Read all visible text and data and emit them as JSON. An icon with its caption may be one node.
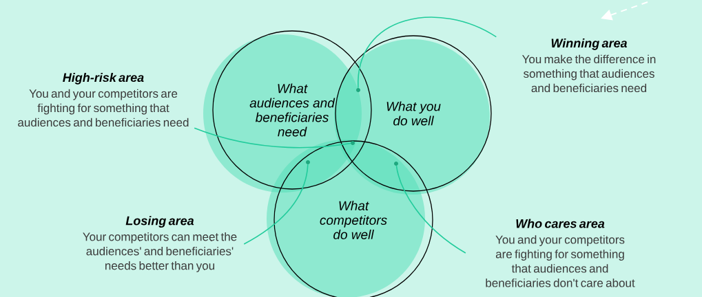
{
  "diagram": {
    "nodes": [
      {
        "text": [
          "What audiences and beneficiaries need"
        ]
      },
      {
        "text": [
          "What you do well"
        ]
      },
      {
        "text": [
          "What competitors do well"
        ]
      },
      {
        "text": [
          "High-risk area",
          "You and your competitors are fighting for something that audiences and beneficiaries need"
        ]
      },
      {
        "text": [
          "Winning area",
          "You make the difference in something that audiences and beneficiaries need"
        ]
      },
      {
        "text": [
          "Losing area",
          "Your competitors can meet the audiences' and beneficiaries' needs better than you"
        ]
      },
      {
        "text": [
          "Who cares area",
          "You and your competitors are fighting for something that audiences and beneficiaries don't care about"
        ]
      },
      {
        "text": [],
        "shape": "circle"
      },
      {
        "text": [],
        "shape": "circle"
      },
      {
        "text": [],
        "shape": "circle"
      },
      {
        "text": [],
        "shape": "circle"
      }
    ],
    "edges": [
      {
        "from": 3,
        "to": 8,
        "arrow": "none"
      },
      {
        "from": 4,
        "to": 7,
        "arrow": "none"
      },
      {
        "from": 5,
        "to": 9,
        "arrow": "none"
      },
      {
        "from": 6,
        "to": 10,
        "arrow": "none"
      }
    ]
  }
}
